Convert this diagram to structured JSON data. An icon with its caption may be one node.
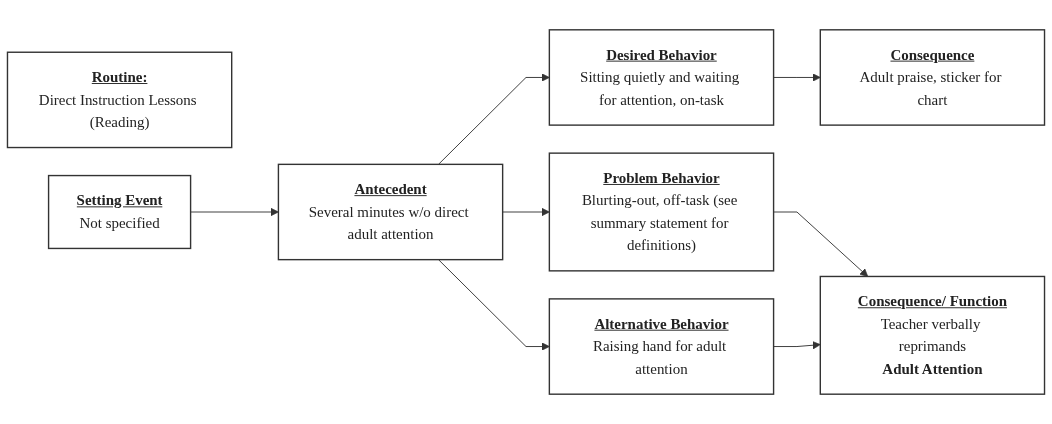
{
  "diagram": {
    "nodes": [
      {
        "text": [
          "Routine:",
          "Direct Instruction Lessons (Reading)"
        ]
      },
      {
        "text": [
          "Setting Event",
          "Not specified"
        ]
      },
      {
        "text": [
          "Antecedent",
          "Several minutes w/o direct adult attention"
        ]
      },
      {
        "text": [
          "Desired Behavior",
          "Sitting quietly and waiting for attention, on-task"
        ]
      },
      {
        "text": [
          "Problem Behavior",
          "Blurting-out, off-task (see summary statement for definitions)"
        ]
      },
      {
        "text": [
          "Alternative Behavior",
          "Raising hand for adult attention"
        ]
      },
      {
        "text": [
          "Consequence",
          "Adult praise, sticker for chart"
        ]
      },
      {
        "text": [
          "Consequence/ Function",
          "Teacher verbally reprimands",
          "Adult Attention"
        ]
      }
    ],
    "edges": [
      {
        "from": 1,
        "to": 2,
        "arrow": "to"
      },
      {
        "from": 2,
        "to": 3,
        "arrow": "to"
      },
      {
        "from": 2,
        "to": 4,
        "arrow": "to"
      },
      {
        "from": 2,
        "to": 5,
        "arrow": "to"
      },
      {
        "from": 3,
        "to": 6,
        "arrow": "to"
      },
      {
        "from": 4,
        "to": 7,
        "arrow": "to"
      },
      {
        "from": 5,
        "to": 7,
        "arrow": "to"
      }
    ]
  }
}
